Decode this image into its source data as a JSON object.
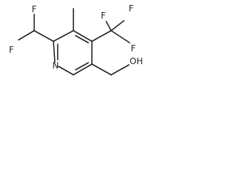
{
  "molecule": {
    "atoms": {
      "f_difluoromethyl_upper": "F",
      "f_difluoromethyl_lower": "F",
      "n_ring": "N",
      "f_trifluoromethyl_left": "F",
      "f_trifluoromethyl_top": "F",
      "f_trifluoromethyl_right": "F",
      "hydroxyl": "OH"
    }
  }
}
